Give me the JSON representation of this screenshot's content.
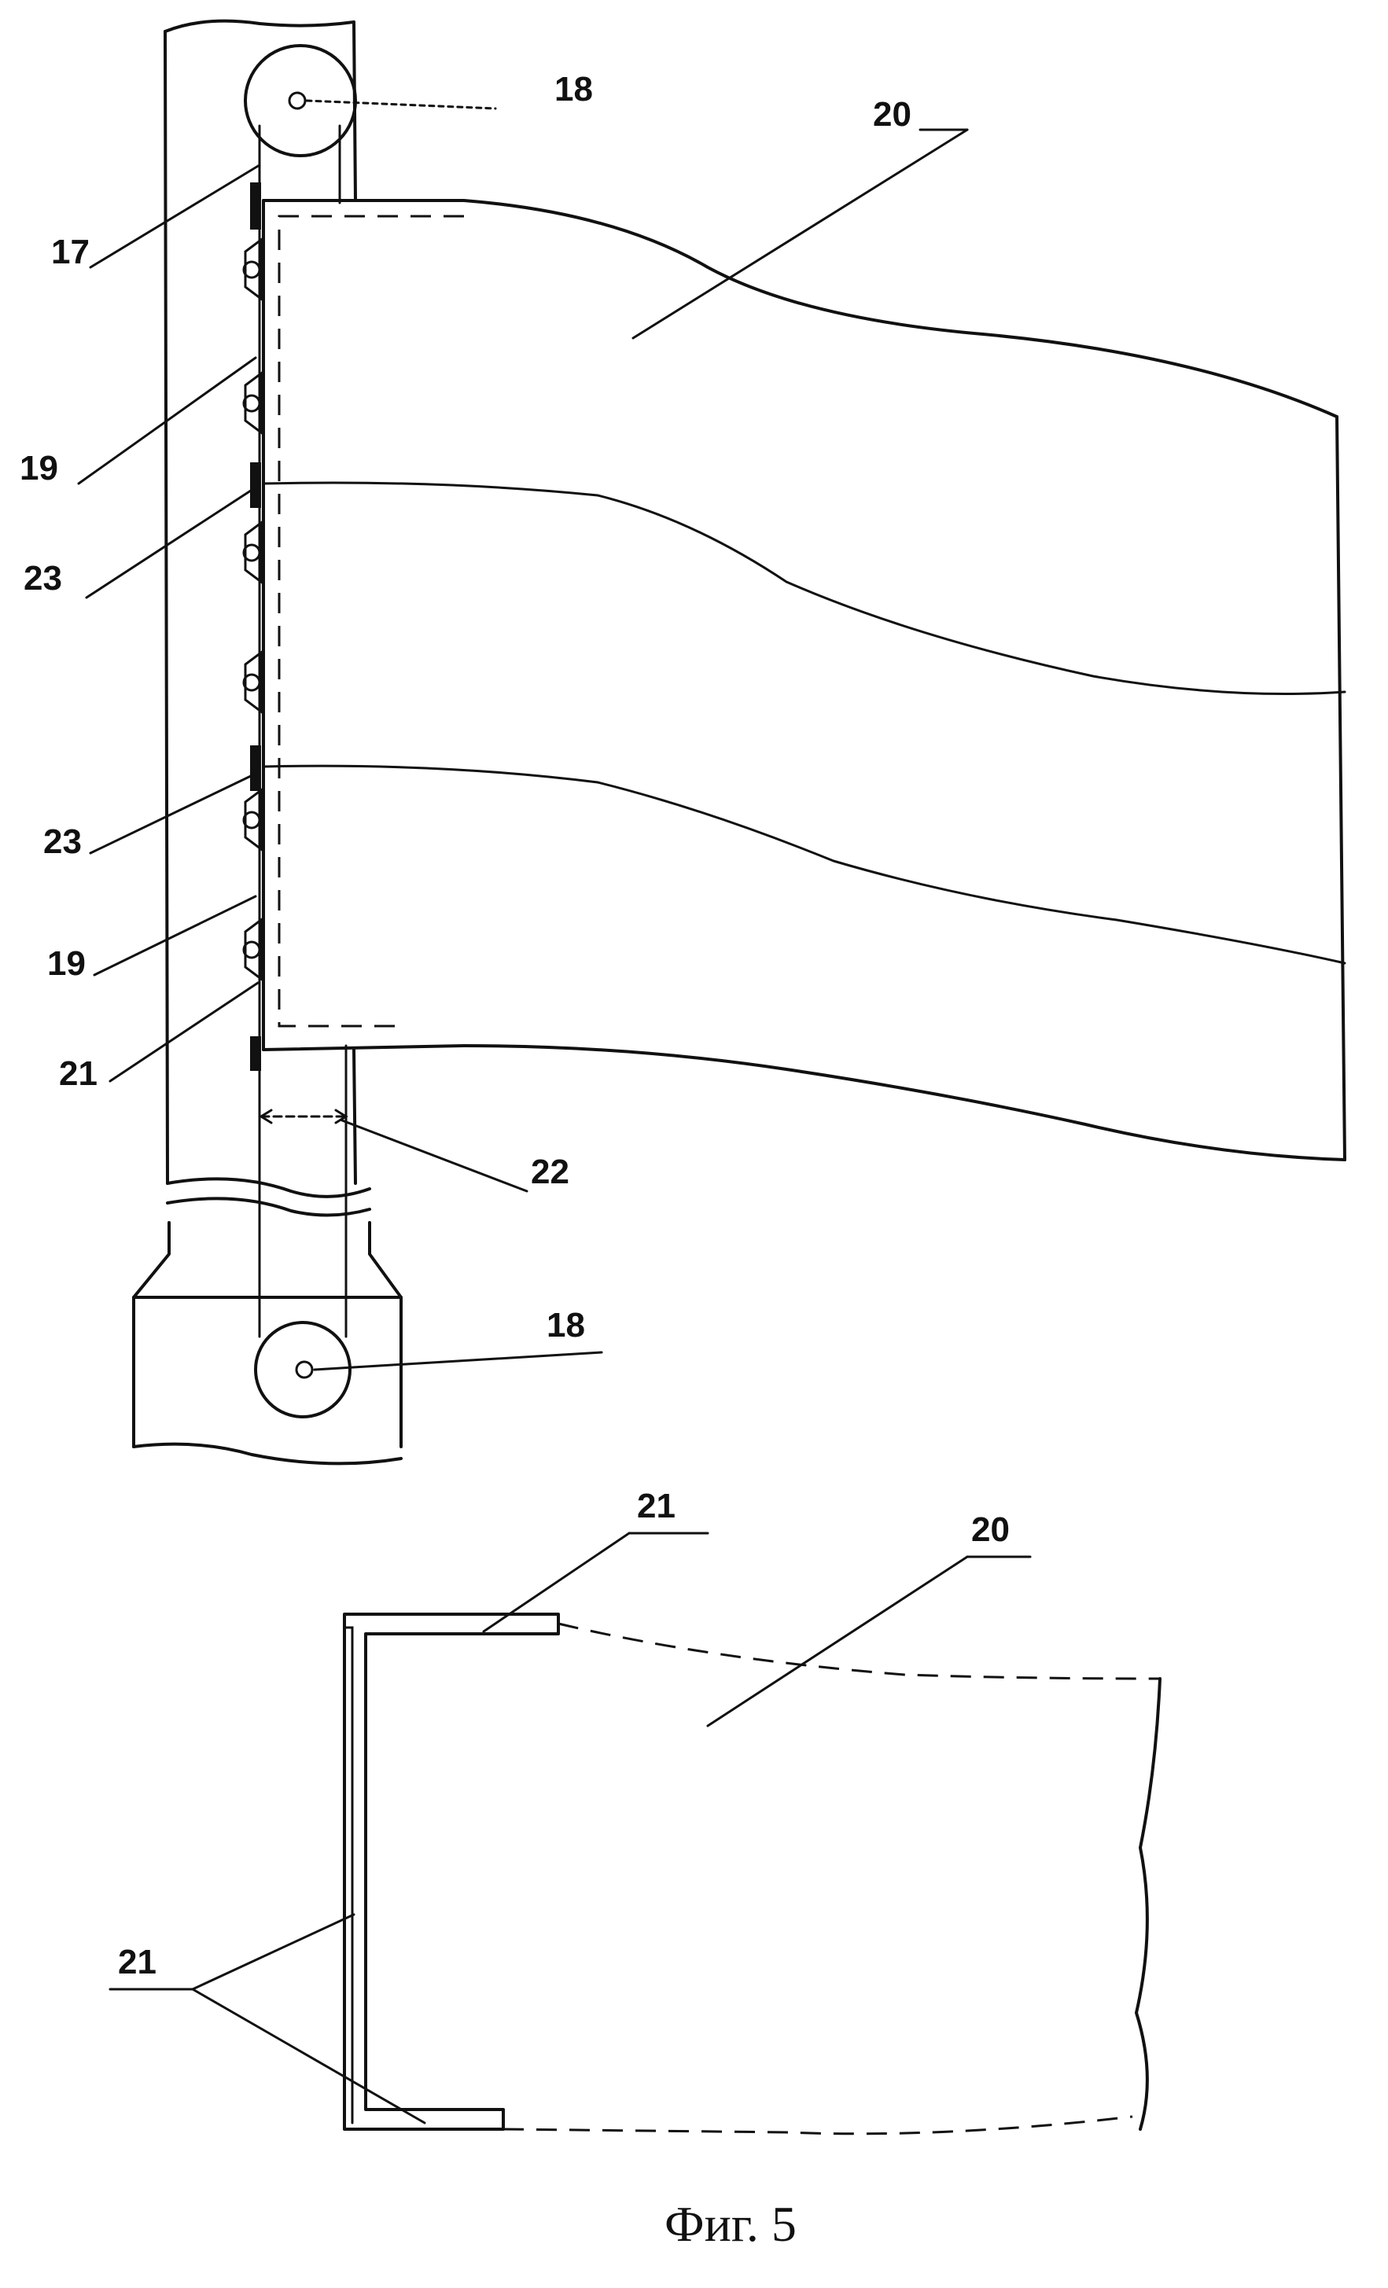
{
  "labels": {
    "l17": "17",
    "l18_top": "18",
    "l18_bottom": "18",
    "l19_a": "19",
    "l19_b": "19",
    "l20_top": "20",
    "l20_bottom": "20",
    "l21_a": "21",
    "l21_b": "21",
    "l21_c": "21",
    "l22": "22",
    "l23_a": "23",
    "l23_b": "23"
  },
  "caption": "Фиг. 5"
}
